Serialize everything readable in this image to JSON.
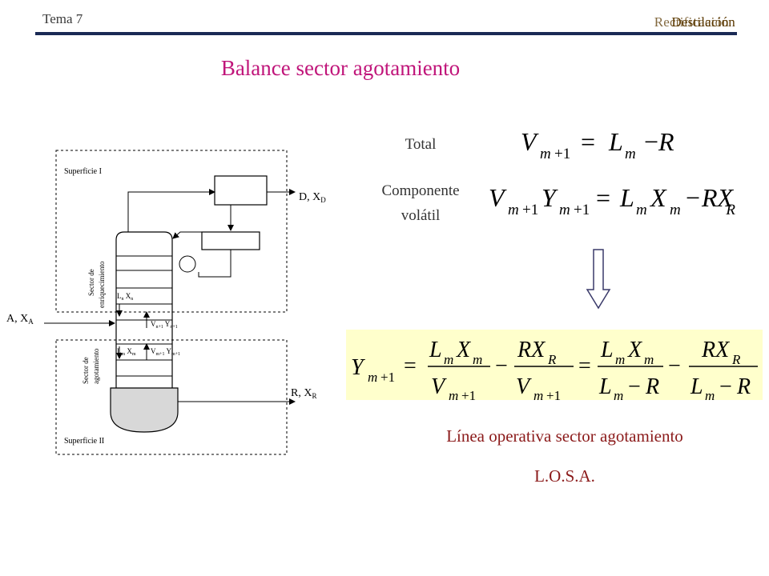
{
  "header": {
    "left": "Tema 7",
    "right": "Destilación",
    "right_overlay": "Rectificación"
  },
  "title": "Balance sector agotamiento",
  "balances": {
    "total_label": "Total",
    "component_label_line1": "Componente",
    "component_label_line2": "volátil"
  },
  "footer": {
    "line1": "Línea operativa sector agotamiento",
    "line2": "L.O.S.A."
  },
  "diagram": {
    "surface1": "Superficie I",
    "surface2": "Superficie II",
    "sector_enr": "Sector de enriquecimiento",
    "sector_ago": "Sector de agotamiento",
    "feed": "A, X",
    "feed_sub": "A",
    "distillate": "D, X",
    "distillate_sub": "D",
    "residue": "R, X",
    "residue_sub": "R"
  },
  "colors": {
    "title": "#c0157a",
    "footer": "#8b1a1a",
    "equation_box": "#ffffcc",
    "rule": "#1a2a55"
  }
}
